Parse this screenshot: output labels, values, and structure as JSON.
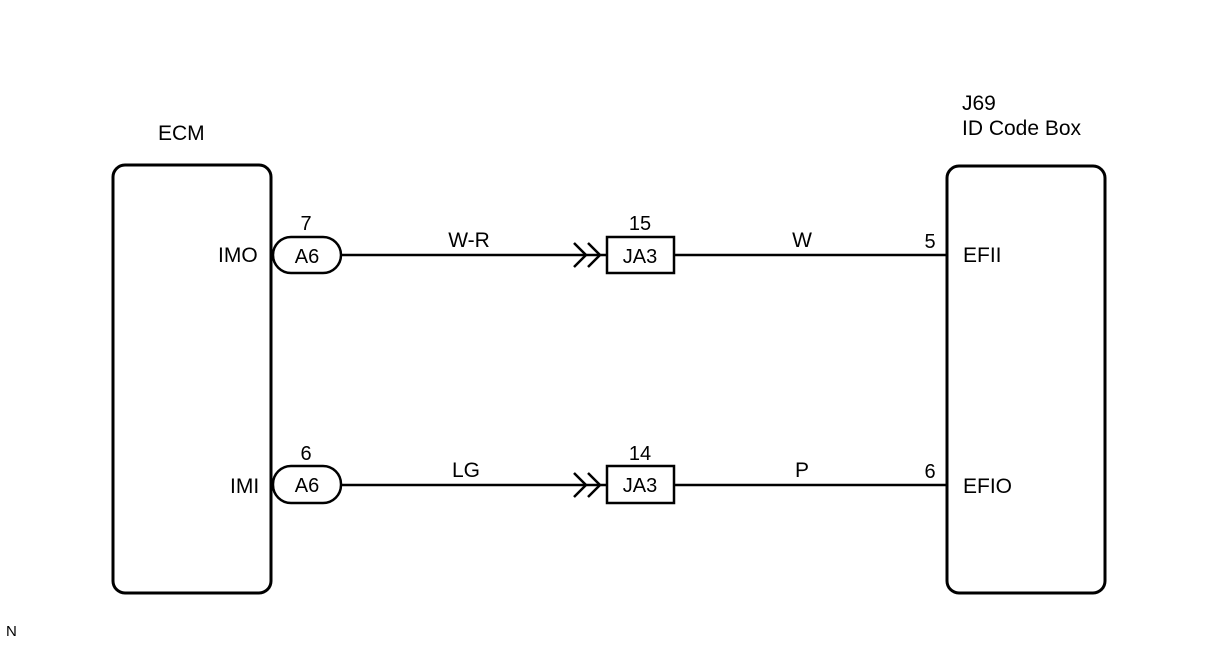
{
  "ecm": {
    "title": "ECM",
    "pins": [
      {
        "name": "IMO",
        "connector": "A6",
        "pin": "7",
        "wire_color": "W-R"
      },
      {
        "name": "IMI",
        "connector": "A6",
        "pin": "6",
        "wire_color": "LG"
      }
    ]
  },
  "junctions": [
    {
      "connector": "JA3",
      "pin": "15",
      "wire_color": "W"
    },
    {
      "connector": "JA3",
      "pin": "14",
      "wire_color": "P"
    }
  ],
  "id_code_box": {
    "code": "J69",
    "title": "ID Code Box",
    "pins": [
      {
        "name": "EFII",
        "pin": "5"
      },
      {
        "name": "EFIO",
        "pin": "6"
      }
    ]
  },
  "footer": {
    "mark": "N"
  },
  "colors": {
    "line": "#000000",
    "background": "#ffffff"
  }
}
